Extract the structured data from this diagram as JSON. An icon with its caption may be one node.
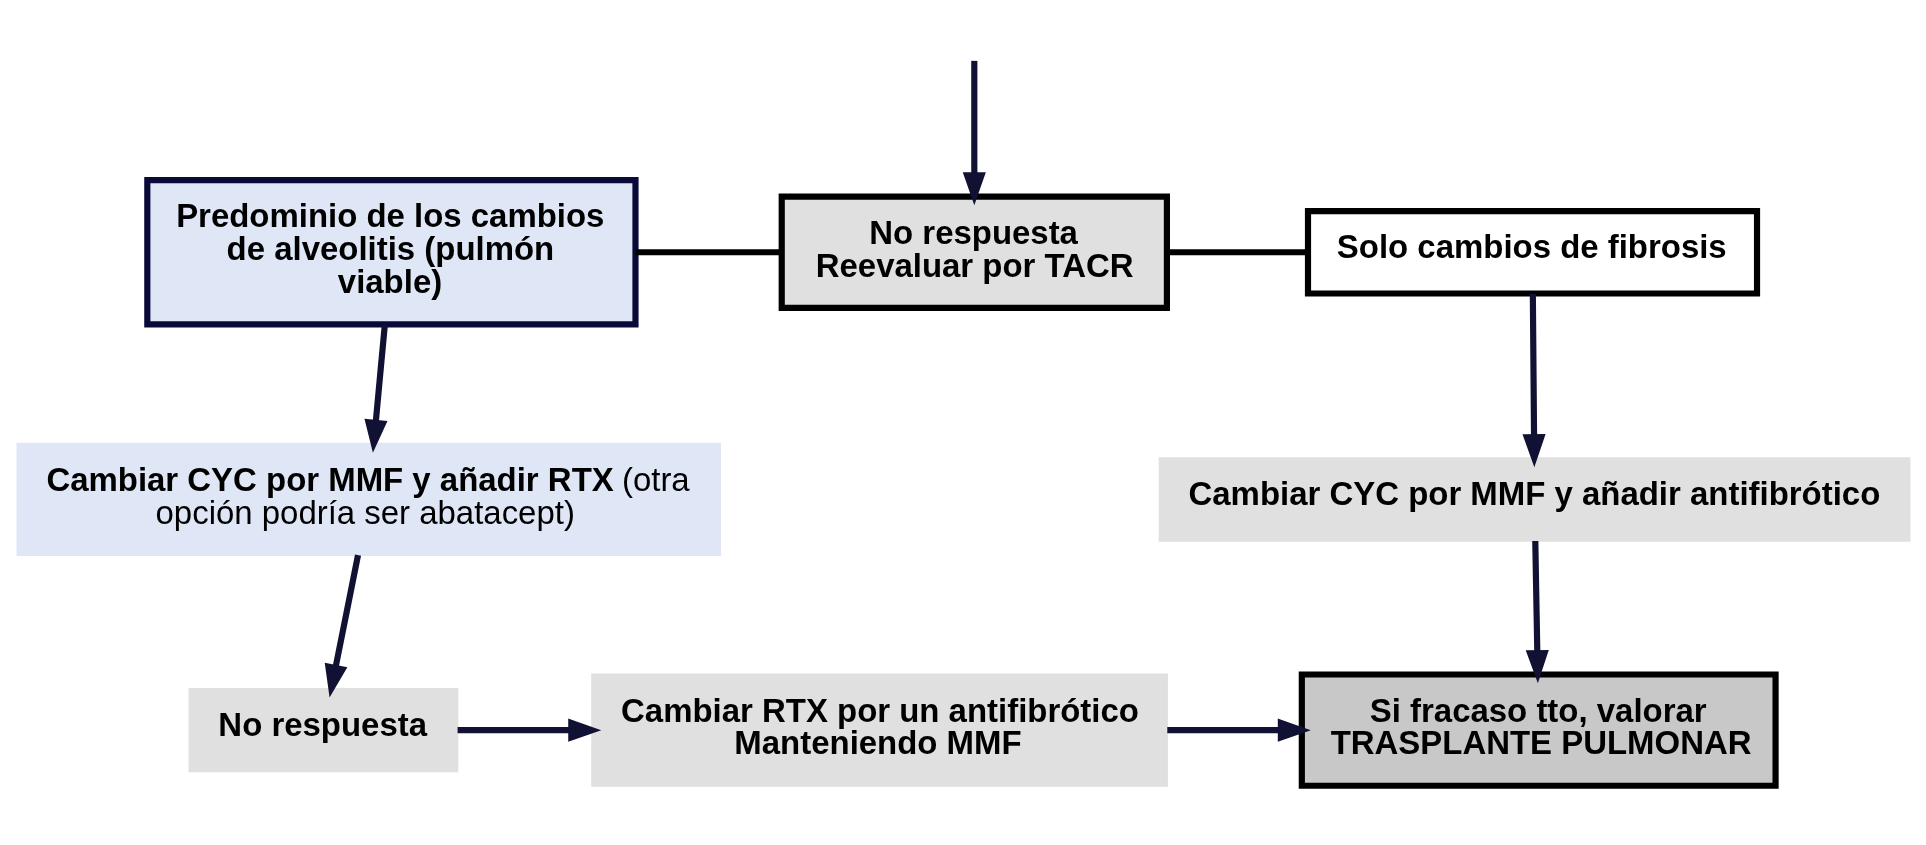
{
  "diagram": {
    "nodes": [
      {
        "text": [
          "Predominio de los cambios de alveolitis (pulmón viable)"
        ]
      },
      {
        "text": [
          "No respuesta Reevaluar por TACR"
        ]
      },
      {
        "text": [
          "Solo cambios de fibrosis"
        ]
      },
      {
        "text": [
          "**Cambiar CYC por MMF y añadir RTX** (otra opción podría ser abatacept)"
        ]
      },
      {
        "text": [
          "Cambiar CYC por MMF y añadir antifibrótico"
        ]
      },
      {
        "text": [
          "No respuesta"
        ]
      },
      {
        "text": [
          "Cambiar RTX por un antifibrótico Manteniendo MMF"
        ]
      },
      {
        "text": [
          "Si fracaso tto, valorar TRASPLANTE PULMONAR"
        ]
      }
    ],
    "edges": [
      {
        "from": null,
        "to": 1,
        "arrow": "to"
      },
      {
        "from": 1,
        "to": 0,
        "arrow": "none"
      },
      {
        "from": 1,
        "to": 2,
        "arrow": "none"
      },
      {
        "from": 0,
        "to": 3,
        "arrow": "to"
      },
      {
        "from": 2,
        "to": 4,
        "arrow": "to"
      },
      {
        "from": 3,
        "to": 5,
        "arrow": "to"
      },
      {
        "from": 5,
        "to": 6,
        "arrow": "to"
      },
      {
        "from": 6,
        "to": 7,
        "arrow": "to"
      },
      {
        "from": 4,
        "to": 7,
        "arrow": "to"
      }
    ]
  }
}
